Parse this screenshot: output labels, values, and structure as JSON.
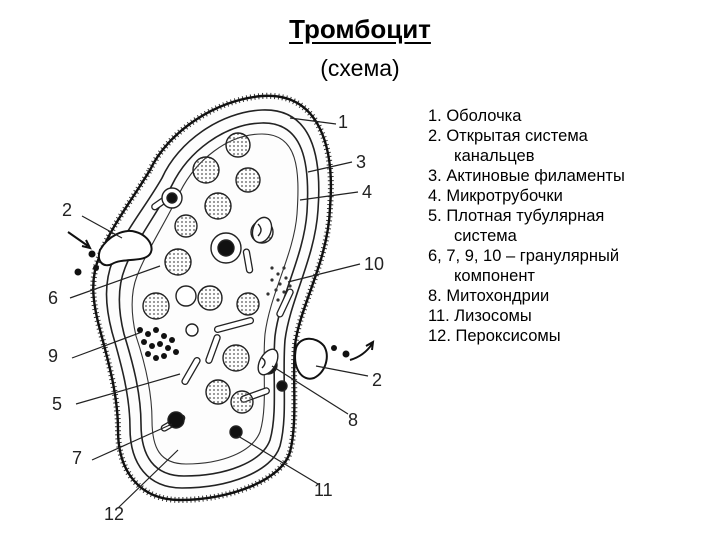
{
  "title": "Тромбоцит",
  "subtitle": "(схема)",
  "legend": [
    {
      "text": "1. Оболочка"
    },
    {
      "text": "2. Открытая система",
      "cont": "канальцев"
    },
    {
      "text": "3. Актиновые филаменты"
    },
    {
      "text": "4. Микротрубочки"
    },
    {
      "text": "5. Плотная тубулярная",
      "cont": "система"
    },
    {
      "text": "6, 7, 9, 10 – гранулярный",
      "cont": "компонент"
    },
    {
      "text": "8. Митохондрии"
    },
    {
      "text": "11. Лизосомы"
    },
    {
      "text": "12. Пероксисомы"
    }
  ],
  "labels": {
    "n1": "1",
    "n2a": "2",
    "n2b": "2",
    "n3": "3",
    "n4": "4",
    "n5": "5",
    "n6": "6",
    "n7": "7",
    "n8": "8",
    "n9": "9",
    "n10": "10",
    "n11": "11",
    "n12": "12"
  }
}
